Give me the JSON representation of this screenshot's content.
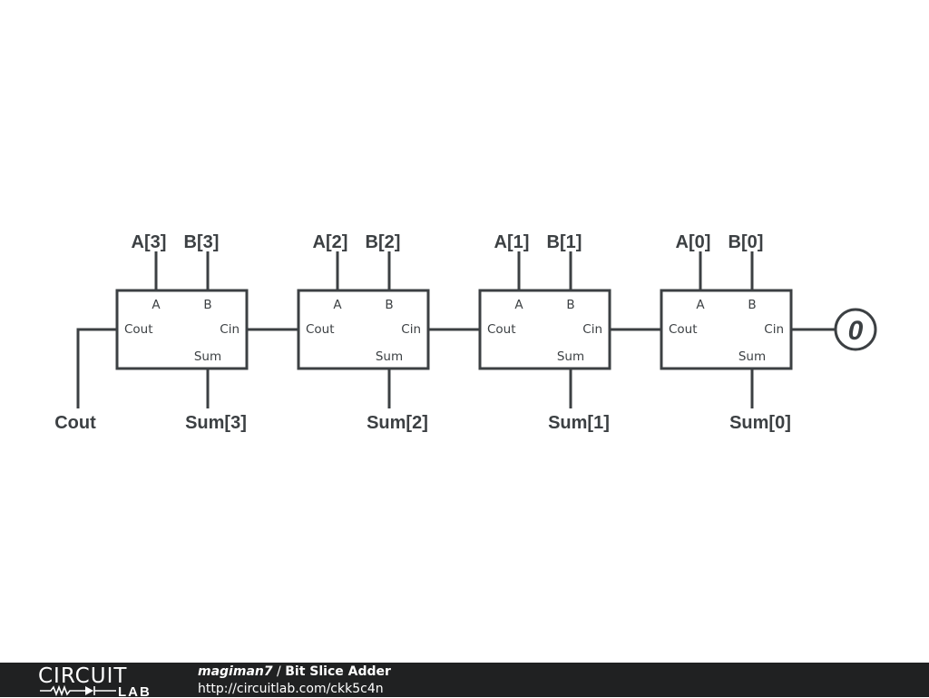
{
  "schematic": {
    "slices": [
      {
        "a": "A[3]",
        "b": "B[3]",
        "sum": "Sum[3]"
      },
      {
        "a": "A[2]",
        "b": "B[2]",
        "sum": "Sum[2]"
      },
      {
        "a": "A[1]",
        "b": "B[1]",
        "sum": "Sum[1]"
      },
      {
        "a": "A[0]",
        "b": "B[0]",
        "sum": "Sum[0]"
      }
    ],
    "ports": {
      "a": "A",
      "b": "B",
      "cout": "Cout",
      "cin": "Cin",
      "sum": "Sum"
    },
    "cout_label": "Cout",
    "carry_in_value": "0"
  },
  "footer": {
    "logo_top": "CIRCUIT",
    "logo_bottom": "LAB",
    "author": "magiman7",
    "separator": " / ",
    "title": "Bit Slice Adder",
    "url": "http://circuitlab.com/ckk5c4n"
  },
  "colors": {
    "ink": "#3c4043",
    "footer_bg": "#202122"
  }
}
